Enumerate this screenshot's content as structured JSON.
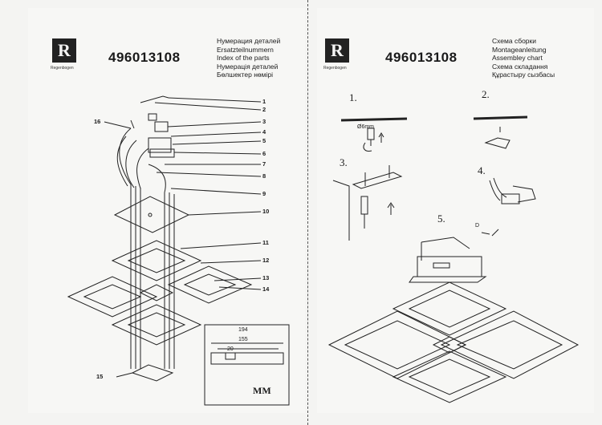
{
  "left_page": {
    "brand": "Regenbogen",
    "article_number": "496013108",
    "title_lines": [
      "Нумерация деталей",
      "Ersatzteilnummern",
      "Index of the parts",
      "Нумерація деталей",
      "Бөлшектер нөмірі"
    ],
    "part_numbers": [
      "1",
      "2",
      "3",
      "4",
      "5",
      "6",
      "7",
      "8",
      "9",
      "10",
      "11",
      "12",
      "13",
      "14",
      "15",
      "16"
    ],
    "dimensions": {
      "overall": "194",
      "inner": "155",
      "small": "20",
      "unit": "MM"
    }
  },
  "right_page": {
    "brand": "Regenbogen",
    "article_number": "496013108",
    "title_lines": [
      "Схема сборки",
      "Montageanleitung",
      "Assembley chart",
      "Схема складання",
      "Құрастыру сызбасы"
    ],
    "steps": [
      "1.",
      "2.",
      "3.",
      "4.",
      "5."
    ],
    "drill_label": "Ø6mm",
    "step5_label": "D"
  }
}
